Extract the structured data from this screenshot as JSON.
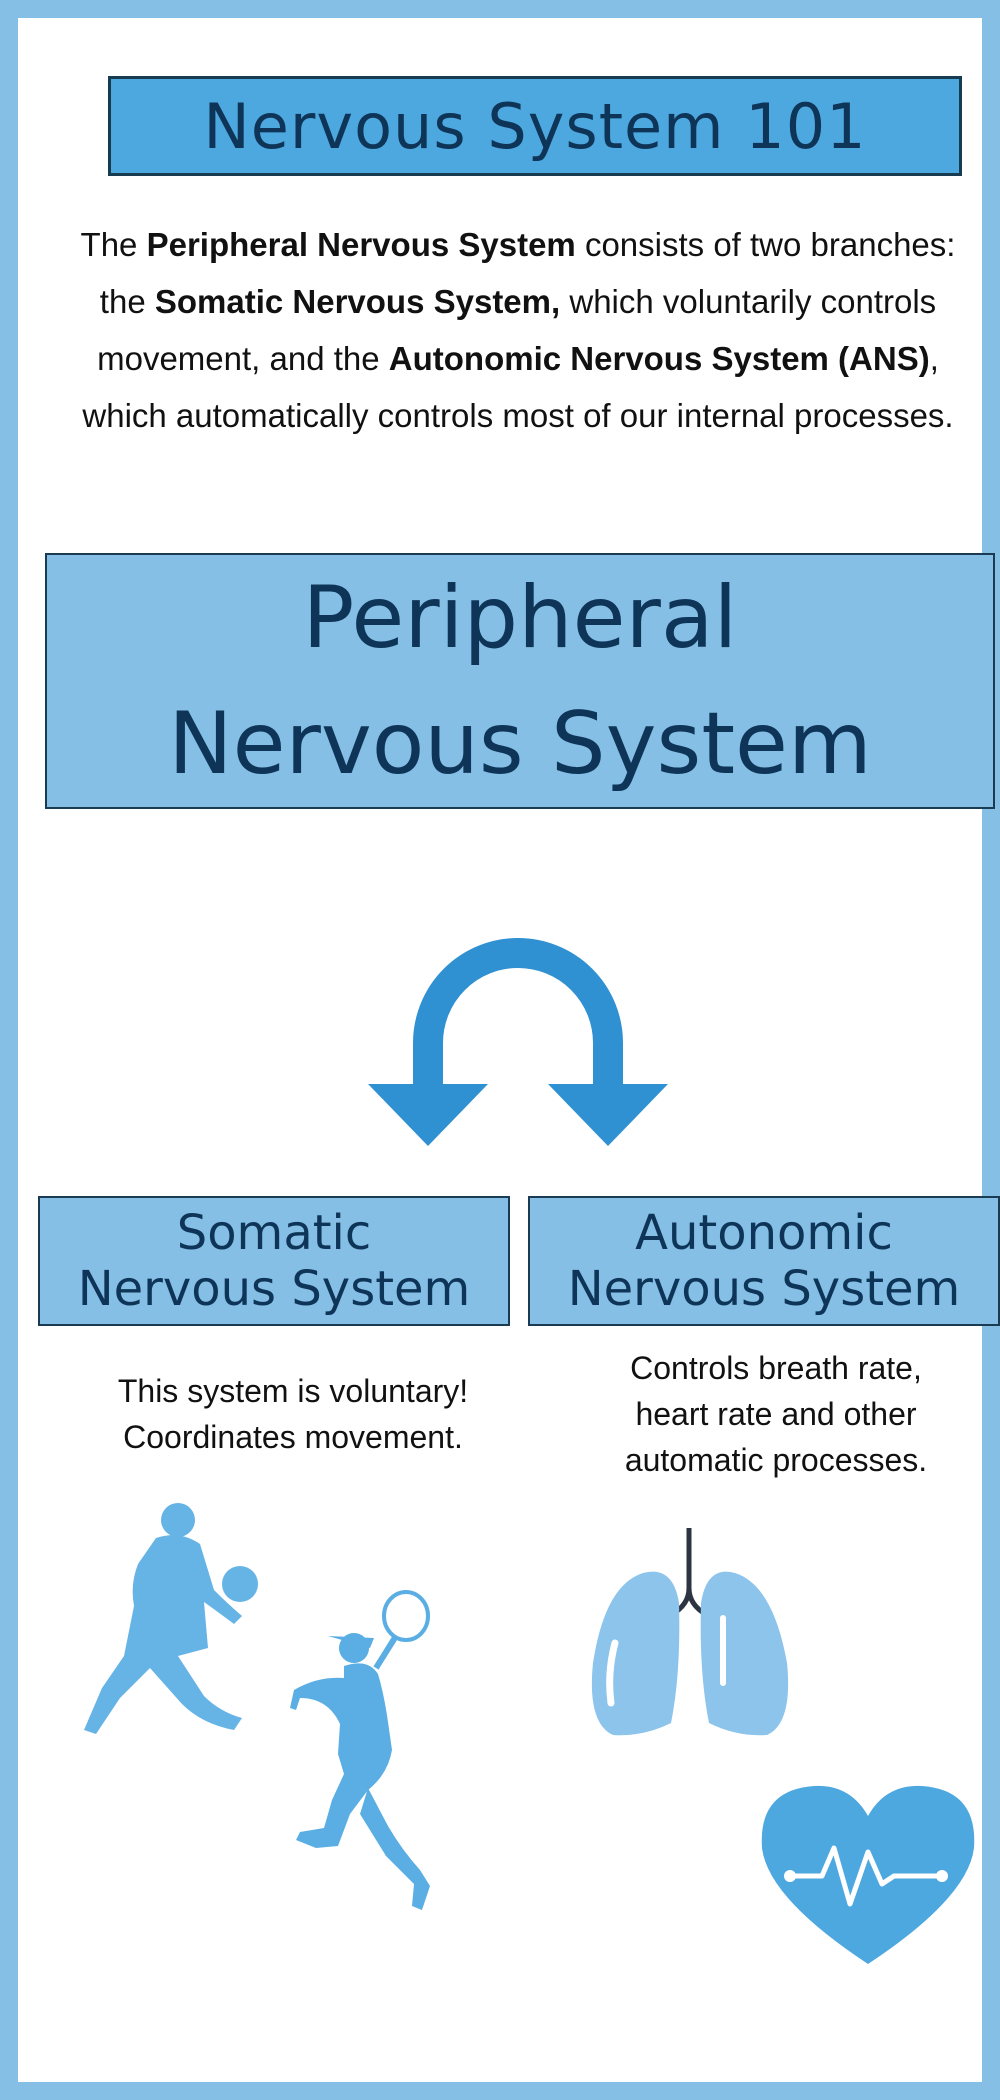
{
  "title": "Nervous System 101",
  "intro": {
    "t1": "The ",
    "b1": "Peripheral Nervous System",
    "t2": " consists of two branches: the ",
    "b2": "Somatic Nervous System,",
    "t3": " which voluntarily controls movement, and the ",
    "b3": "Autonomic Nervous System (ANS)",
    "t4": ", which automatically controls most of our internal processes."
  },
  "pns_heading": {
    "line1": "Peripheral",
    "line2": "Nervous System"
  },
  "somatic": {
    "title_line1": "Somatic",
    "title_line2": "Nervous System",
    "desc_line1": "This system is voluntary!",
    "desc_line2": "Coordinates movement."
  },
  "autonomic": {
    "title_line1": "Autonomic",
    "title_line2": "Nervous System",
    "desc_line1": "Controls breath rate,",
    "desc_line2": "heart rate and other",
    "desc_line3": "automatic processes."
  },
  "icons": [
    "split-arrow-icon",
    "basketball-player-icon",
    "tennis-player-icon",
    "lungs-icon",
    "heart-pulse-icon"
  ],
  "colors": {
    "frame": "#85bfe6",
    "title_bg": "#4ea8e0",
    "box_bg": "#85bfe6",
    "heading_text": "#0e3557",
    "arrow": "#2f90d2",
    "silhouette": "#5aaee3"
  }
}
